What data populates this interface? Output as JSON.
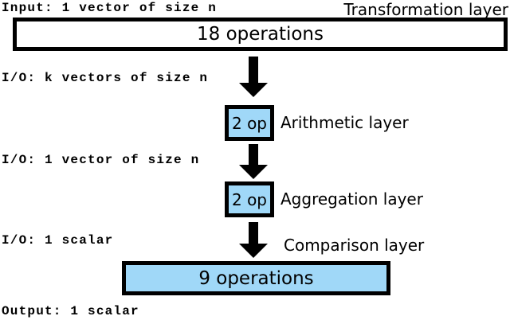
{
  "diagram": {
    "io_labels": {
      "input": "Input: 1 vector of size n",
      "after_transformation": "I/O: k vectors of size n",
      "after_arithmetic": "I/O: 1 vector of size n",
      "after_aggregation": "I/O: 1 scalar",
      "output": "Output: 1 scalar"
    },
    "layers": {
      "transformation": {
        "label": "Transformation layer",
        "ops": "18 operations"
      },
      "arithmetic": {
        "label": "Arithmetic layer",
        "ops": "2 op"
      },
      "aggregation": {
        "label": "Aggregation layer",
        "ops": "2 op"
      },
      "comparison": {
        "label": "Comparison layer",
        "ops": "9 operations"
      }
    },
    "colors": {
      "box_border": "#000000",
      "box_fill_white": "#ffffff",
      "box_fill_blue": "#a0d8f8",
      "arrow": "#000000",
      "text": "#000000"
    }
  }
}
